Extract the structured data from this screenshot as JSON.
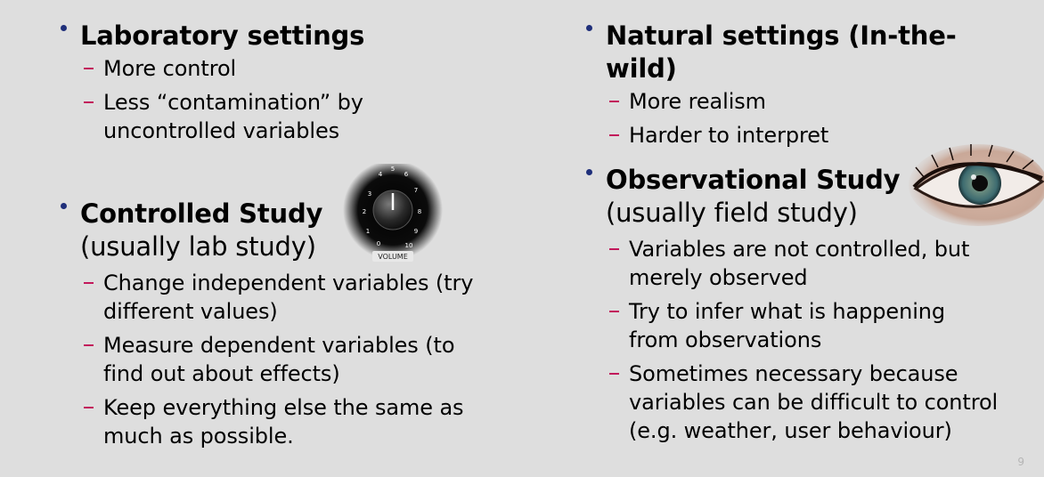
{
  "slide": {
    "page_number": "9",
    "left": {
      "lab": {
        "heading": "Laboratory settings",
        "items": [
          {
            "line1": "More control",
            "line2": ""
          },
          {
            "line1": "Less “contamination” by",
            "line2": "uncontrolled variables"
          }
        ]
      },
      "controlled": {
        "heading": "Controlled Study",
        "subheading": "(usually lab study)",
        "items": [
          {
            "line1": "Change independent variables (try",
            "line2": "different values)"
          },
          {
            "line1": "Measure dependent variables (to",
            "line2": "find out about effects)"
          },
          {
            "line1": "Keep everything else the same as",
            "line2": "much as possible."
          }
        ]
      }
    },
    "right": {
      "natural": {
        "heading": "Natural settings (In-the-wild)",
        "items": [
          {
            "line1": "More realism",
            "line2": ""
          },
          {
            "line1": "Harder to interpret",
            "line2": ""
          }
        ]
      },
      "observational": {
        "heading": "Observational Study",
        "subheading": "(usually field study)",
        "items": [
          {
            "line1": "Variables are not controlled, but",
            "line2": "merely observed",
            "line3": ""
          },
          {
            "line1": "Try to infer what is happening",
            "line2": "from observations",
            "line3": ""
          },
          {
            "line1": "Sometimes necessary because",
            "line2": "variables can be difficult to control",
            "line3": "(e.g. weather, user behaviour)"
          }
        ]
      }
    },
    "knob": {
      "label": "VOLUME",
      "ticks": [
        "0",
        "1",
        "2",
        "3",
        "4",
        "5",
        "6",
        "7",
        "8",
        "9",
        "10"
      ]
    },
    "eye_icon": "eye-photo",
    "colors": {
      "bullet": "#1f2f7a",
      "dash": "#c2185b",
      "background": "#dedede"
    }
  }
}
